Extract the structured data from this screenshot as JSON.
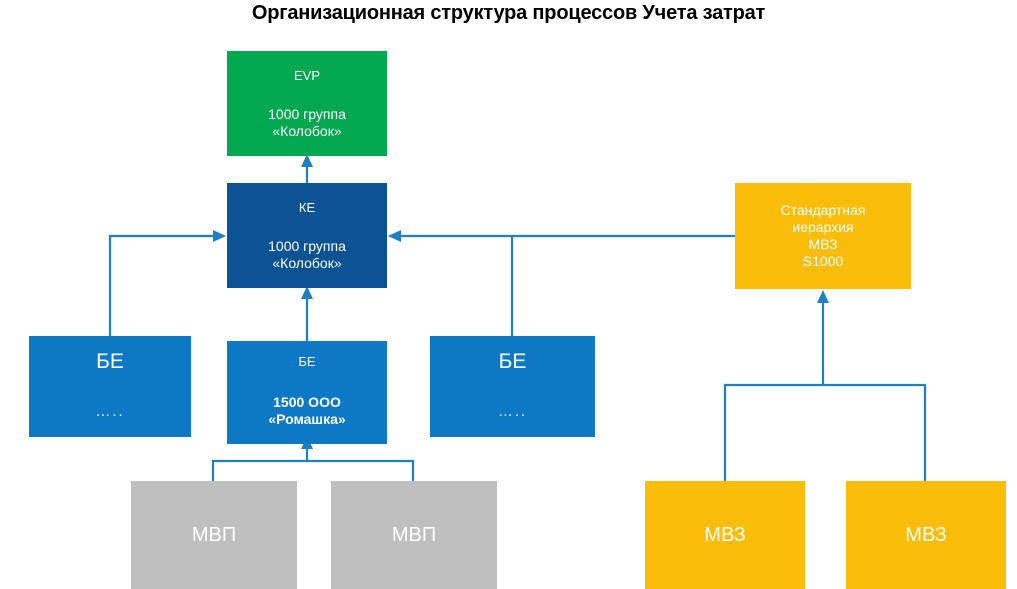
{
  "title": "Организационная структура процессов Учета затрат",
  "colors": {
    "green": "#00a94f",
    "dark_blue": "#0b5394",
    "blue": "#0d78c4",
    "yellow": "#fbbd08",
    "gray": "#bfbfbf",
    "connector": "#1e7fc2",
    "title_text": "#000000",
    "node_text": "#ffffff"
  },
  "nodes": {
    "evp": {
      "label": "EVP",
      "sub_line1": "1000 группа",
      "sub_line2": "«Колобок»"
    },
    "ke": {
      "label": "КЕ",
      "sub_line1": "1000 группа",
      "sub_line2": "«Колобок»"
    },
    "standard_hierarchy": {
      "line1": "Стандартная",
      "line2": "иерархия",
      "line3": "МВЗ",
      "line4": "S1000"
    },
    "be_left": {
      "label": "БЕ",
      "dots": "….."
    },
    "be_center": {
      "label": "БЕ",
      "sub_line1": "1500 ООО",
      "sub_line2": "«Ромашка»"
    },
    "be_right": {
      "label": "БЕ",
      "dots": "….."
    },
    "mvp_left": {
      "label": "МВП"
    },
    "mvp_right": {
      "label": "МВП"
    },
    "mvz_left": {
      "label": "МВЗ"
    },
    "mvz_right": {
      "label": "МВЗ"
    }
  }
}
